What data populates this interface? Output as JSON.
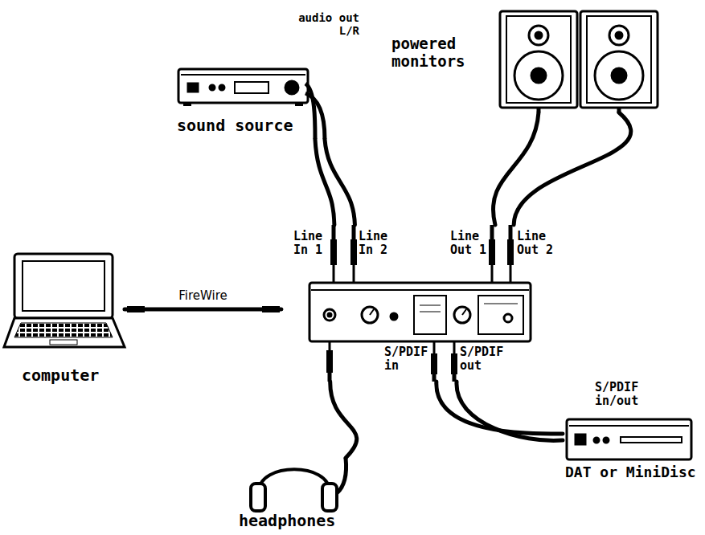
{
  "diagram": {
    "nodes": [
      {
        "text": [
          "audio out L/R",
          "sound source"
        ]
      },
      {
        "text": [
          "powered monitors"
        ]
      },
      {
        "text": [
          "computer"
        ]
      },
      {
        "text": [
          "Line In 1",
          "Line In 2",
          "Line Out 1",
          "Line Out 2",
          "S/PDIF in",
          "S/PDIF out"
        ]
      },
      {
        "text": [
          "S/PDIF in/out",
          "DAT or MiniDisc"
        ]
      },
      {
        "text": [
          "headphones"
        ]
      }
    ],
    "edges": [
      {
        "from": 0,
        "to": 3,
        "arrow": "none"
      },
      {
        "from": 0,
        "to": 3,
        "arrow": "none"
      },
      {
        "from": 1,
        "to": 3,
        "arrow": "none"
      },
      {
        "from": 1,
        "to": 3,
        "arrow": "none"
      },
      {
        "from": 2,
        "to": 3,
        "label": "FireWire",
        "arrow": "none"
      },
      {
        "from": 3,
        "to": 4,
        "arrow": "none"
      },
      {
        "from": 3,
        "to": 4,
        "arrow": "none"
      },
      {
        "from": 3,
        "to": 5,
        "arrow": "none"
      }
    ]
  }
}
